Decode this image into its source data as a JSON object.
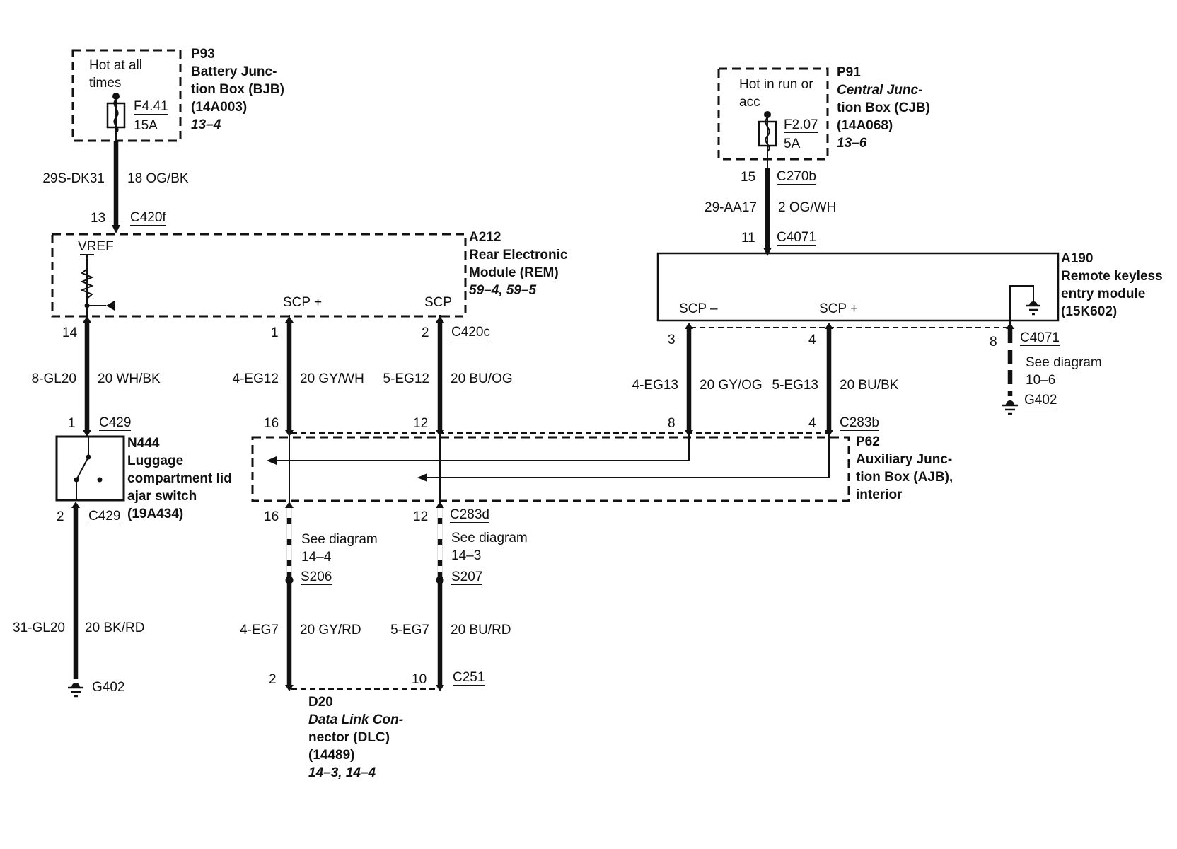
{
  "components": {
    "p93": {
      "ref": "P93",
      "name_line1": "Battery Junc-",
      "name_line2": "tion Box (BJB)",
      "part": "(14A003)",
      "page": "13–4",
      "hot_line1": "Hot at all",
      "hot_line2": "times",
      "fuse": "F4.41",
      "amps": "15A"
    },
    "p91": {
      "ref": "P91",
      "name_line1": "Central Junc-",
      "name_line2": "tion Box (CJB)",
      "part": "(14A068)",
      "page": "13–6",
      "hot_line1": "Hot in run or",
      "hot_line2": "acc",
      "fuse": "F2.07",
      "amps": "5A"
    },
    "a212": {
      "ref": "A212",
      "name_line1": "Rear Electronic",
      "name_line2": "Module (REM)",
      "page": "59–4, 59–5",
      "vref": "VREF",
      "scp_plus": "SCP +",
      "scp_minus": "SCP –"
    },
    "a190": {
      "ref": "A190",
      "name_line1": "Remote keyless",
      "name_line2": "entry module",
      "part": "(15K602)",
      "scp_minus": "SCP –",
      "scp_plus": "SCP +"
    },
    "n444": {
      "ref": "N444",
      "name_line1": "Luggage",
      "name_line2": "compartment lid",
      "name_line3": "ajar switch",
      "part": "(19A434)"
    },
    "p62": {
      "ref": "P62",
      "name_line1": "Auxiliary Junc-",
      "name_line2": "tion Box (AJB),",
      "name_line3": "interior"
    },
    "d20": {
      "ref": "D20",
      "name_line1": "Data Link Con-",
      "name_line2": "nector (DLC)",
      "part": "(14489)",
      "page": "14–3, 14–4"
    }
  },
  "wires": {
    "w1": {
      "circuit": "29S-DK31",
      "gauge": "18 OG/BK"
    },
    "w2": {
      "circuit": "8-GL20",
      "gauge": "20 WH/BK"
    },
    "w3": {
      "circuit": "4-EG12",
      "gauge": "20 GY/WH"
    },
    "w4": {
      "circuit": "5-EG12",
      "gauge": "20 BU/OG"
    },
    "w5": {
      "circuit": "29-AA17",
      "gauge": "2 OG/WH"
    },
    "w6": {
      "circuit": "4-EG13",
      "gauge": "20 GY/OG"
    },
    "w7": {
      "circuit": "5-EG13",
      "gauge": "20 BU/BK"
    },
    "w8": {
      "circuit": "31-GL20",
      "gauge": "20 BK/RD"
    },
    "w9": {
      "circuit": "4-EG7",
      "gauge": "20 GY/RD"
    },
    "w10": {
      "circuit": "5-EG7",
      "gauge": "20 BU/RD"
    }
  },
  "connectors": {
    "c420f": "C420f",
    "c420c": "C420c",
    "c429_top": "C429",
    "c429_bot": "C429",
    "c270b": "C270b",
    "c4071_top": "C4071",
    "c4071_right": "C4071",
    "c283b": "C283b",
    "c283d": "C283d",
    "c251": "C251"
  },
  "pins": {
    "p13": "13",
    "p14": "14",
    "p1a": "1",
    "p2a": "2",
    "p1b": "1",
    "p2b": "2",
    "p16a": "16",
    "p12a": "12",
    "p16b": "16",
    "p12b": "12",
    "p2c": "2",
    "p10": "10",
    "p15": "15",
    "p11": "11",
    "p3": "3",
    "p4a": "4",
    "p8a": "8",
    "p4b": "4",
    "p8b": "8"
  },
  "splices": {
    "s206": "S206",
    "s207": "S207"
  },
  "grounds": {
    "g402_left": "G402",
    "g402_right": "G402"
  },
  "refs": {
    "see_diagram": "See diagram",
    "d_14_4": "14–4",
    "d_14_3": "14–3",
    "d_10_6": "10–6"
  },
  "colors": {
    "ink": "#111111",
    "paper": "#ffffff"
  }
}
